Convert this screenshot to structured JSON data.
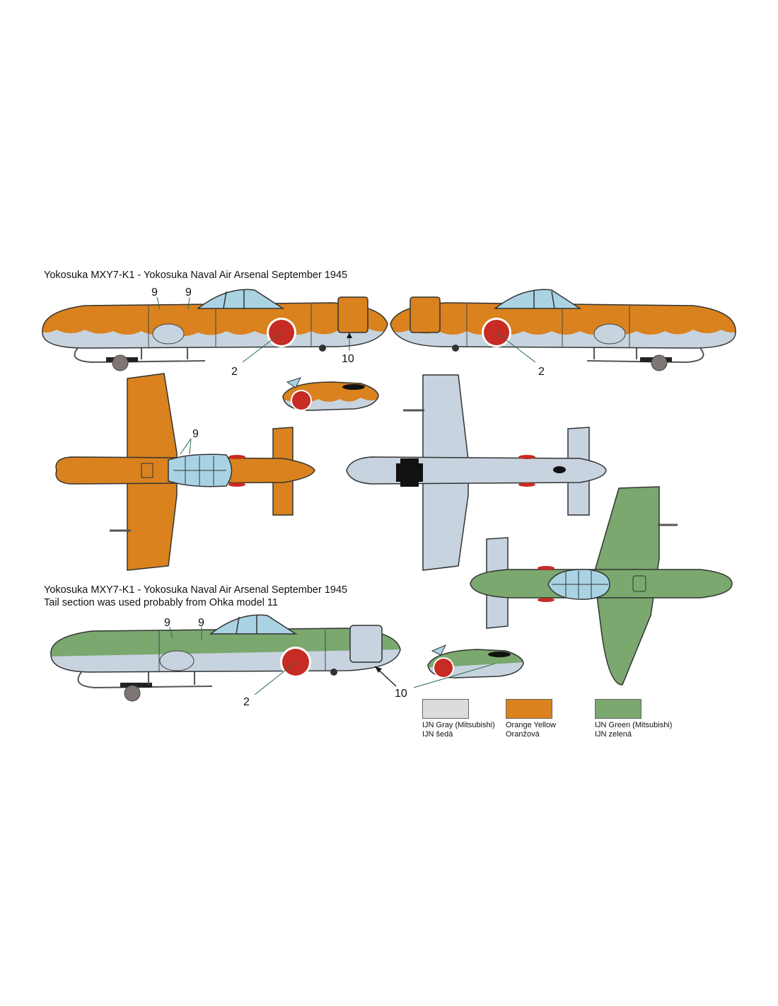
{
  "captions": {
    "scheme1": "Yokosuka MXY7-K1 - Yokosuka Naval Air Arsenal September 1945",
    "scheme2_line1": "Yokosuka MXY7-K1 - Yokosuka Naval Air Arsenal September 1945",
    "scheme2_line2": "Tail section was used probably from Ohka model 11"
  },
  "callouts": {
    "nine": "9",
    "two": "2",
    "ten": "10"
  },
  "legend": [
    {
      "line1": "IJN Gray (Mitsubishi)",
      "line2": "IJN šedá",
      "color": "#dcdcdc"
    },
    {
      "line1": "Orange Yellow",
      "line2": "Oranžová",
      "color": "#d9821e"
    },
    {
      "line1": "IJN Green (Mitsubishi)",
      "line2": "IJN zelená",
      "color": "#7aa86f"
    }
  ],
  "colors": {
    "orange": "#d9821e",
    "gray_underside": "#c7d3df",
    "green": "#7aa86f",
    "hinomaru": "#c62b24",
    "canopy": "#a9d3e3"
  }
}
